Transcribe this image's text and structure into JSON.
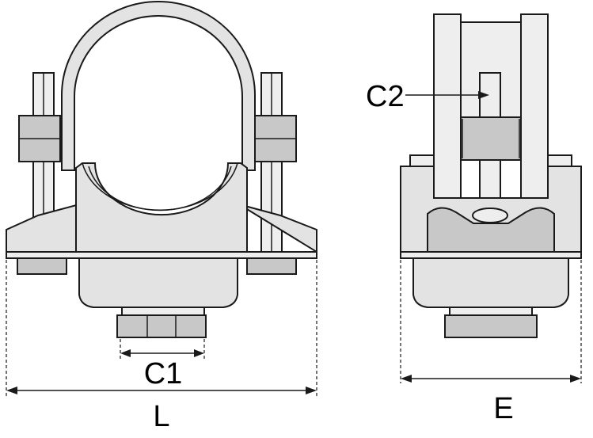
{
  "labels": {
    "c1": "C1",
    "c2": "C2",
    "l": "L",
    "e": "E"
  }
}
